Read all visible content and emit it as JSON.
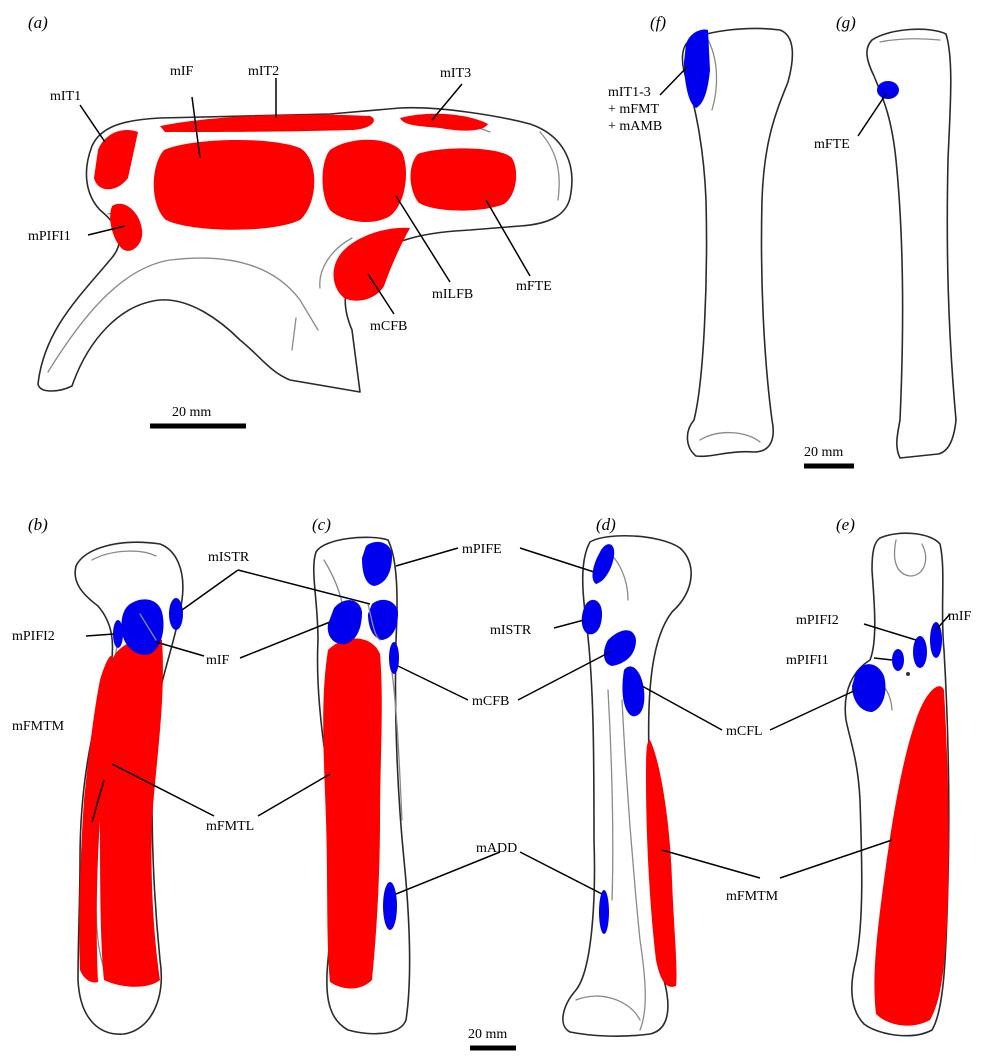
{
  "colors": {
    "muscle_origin": "#ff0000",
    "muscle_insertion": "#0000ee",
    "bone_outline": "#2b2b2b"
  },
  "panels": {
    "a": "(a)",
    "b": "(b)",
    "c": "(c)",
    "d": "(d)",
    "e": "(e)",
    "f": "(f)",
    "g": "(g)"
  },
  "labels": {
    "a": {
      "mIT1": "mIT1",
      "mIF": "mIF",
      "mIT2": "mIT2",
      "mIT3": "mIT3",
      "mPIFI1": "mPIFI1",
      "mILFB": "mILFB",
      "mFTE": "mFTE",
      "mCFB": "mCFB"
    },
    "f": {
      "line1": "mIT1-3",
      "line2": "+ mFMT",
      "line3": "+ mAMB"
    },
    "g": {
      "mFTE": "mFTE"
    },
    "b": {
      "mPIFI2": "mPIFI2",
      "mFMTM": "mFMTM"
    },
    "shared": {
      "mISTR": "mISTR",
      "mIF": "mIF",
      "mFMTL": "mFMTL",
      "mPIFE": "mPIFE",
      "mCFB": "mCFB",
      "mADD": "mADD",
      "mCFL": "mCFL",
      "mFMTM": "mFMTM"
    },
    "d": {
      "mISTR": "mISTR"
    },
    "e": {
      "mPIFI2": "mPIFI2",
      "mIF": "mIF",
      "mPIFI1": "mPIFI1"
    }
  },
  "scale_bars": {
    "pelvis": "20 mm",
    "femur_top": "20 mm",
    "femur_bottom": "20 mm"
  }
}
